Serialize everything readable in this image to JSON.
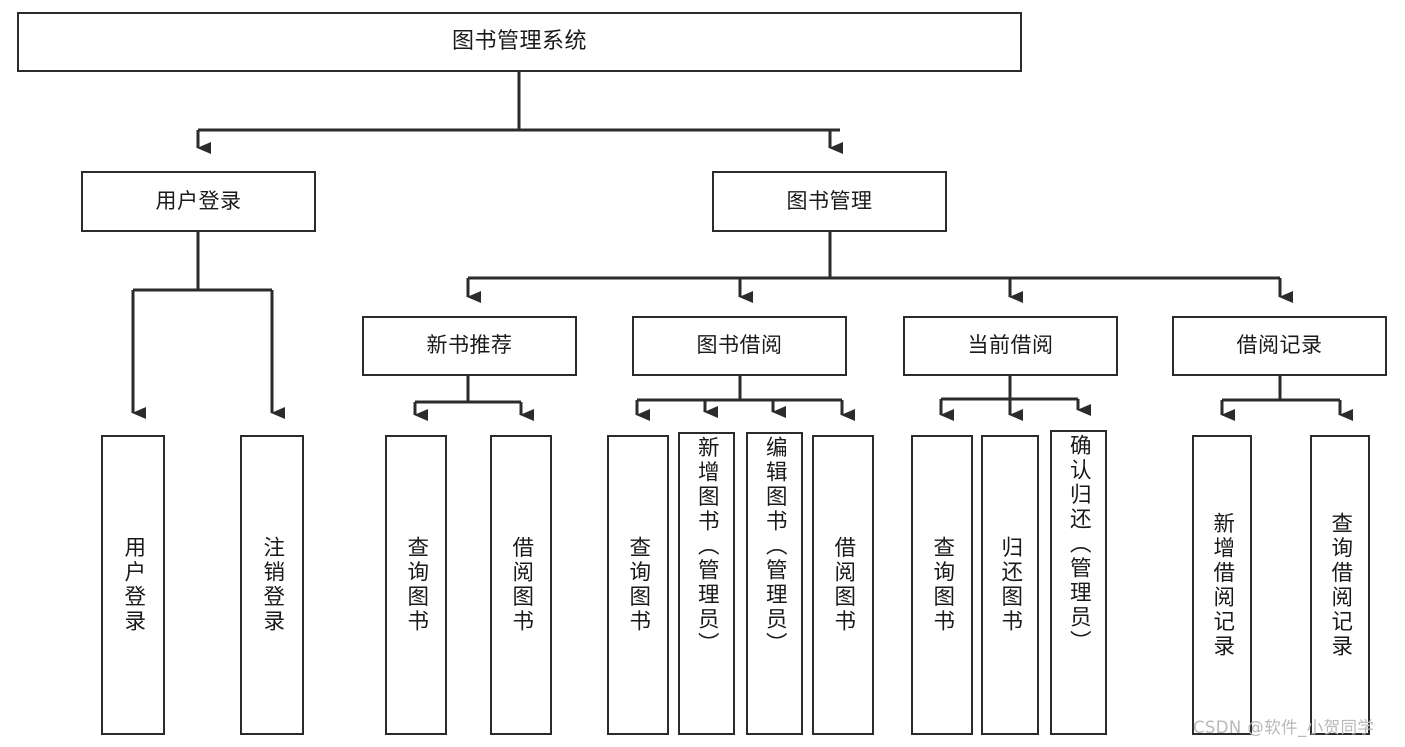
{
  "diagram": {
    "type": "tree-hierarchy-chart",
    "title": "图书管理系统",
    "background_color": "#ffffff",
    "line_color": "#2b2b2b",
    "text_color": "#1a1a1a"
  },
  "nodes": {
    "root": {
      "label": "图书管理系统"
    },
    "level2": [
      {
        "label": "用户登录"
      },
      {
        "label": "图书管理"
      }
    ],
    "level3": [
      {
        "label": "新书推荐"
      },
      {
        "label": "图书借阅"
      },
      {
        "label": "当前借阅"
      },
      {
        "label": "借阅记录"
      }
    ],
    "leaves": {
      "user_login": [
        {
          "label": "用户登录"
        },
        {
          "label": "注销登录"
        }
      ],
      "new_book_recommend": [
        {
          "label": "查询图书"
        },
        {
          "label": "借阅图书"
        }
      ],
      "book_borrow": [
        {
          "label": "查询图书"
        },
        {
          "label": "新增图书（管理员）"
        },
        {
          "label": "编辑图书（管理员）"
        },
        {
          "label": "借阅图书"
        }
      ],
      "current_borrow": [
        {
          "label": "查询图书"
        },
        {
          "label": "归还图书"
        },
        {
          "label": "确认归还（管理员）"
        }
      ],
      "borrow_records": [
        {
          "label": "新增借阅记录"
        },
        {
          "label": "查询借阅记录"
        }
      ]
    }
  },
  "watermark": {
    "text": "CSDN @软件_小贺同学"
  }
}
